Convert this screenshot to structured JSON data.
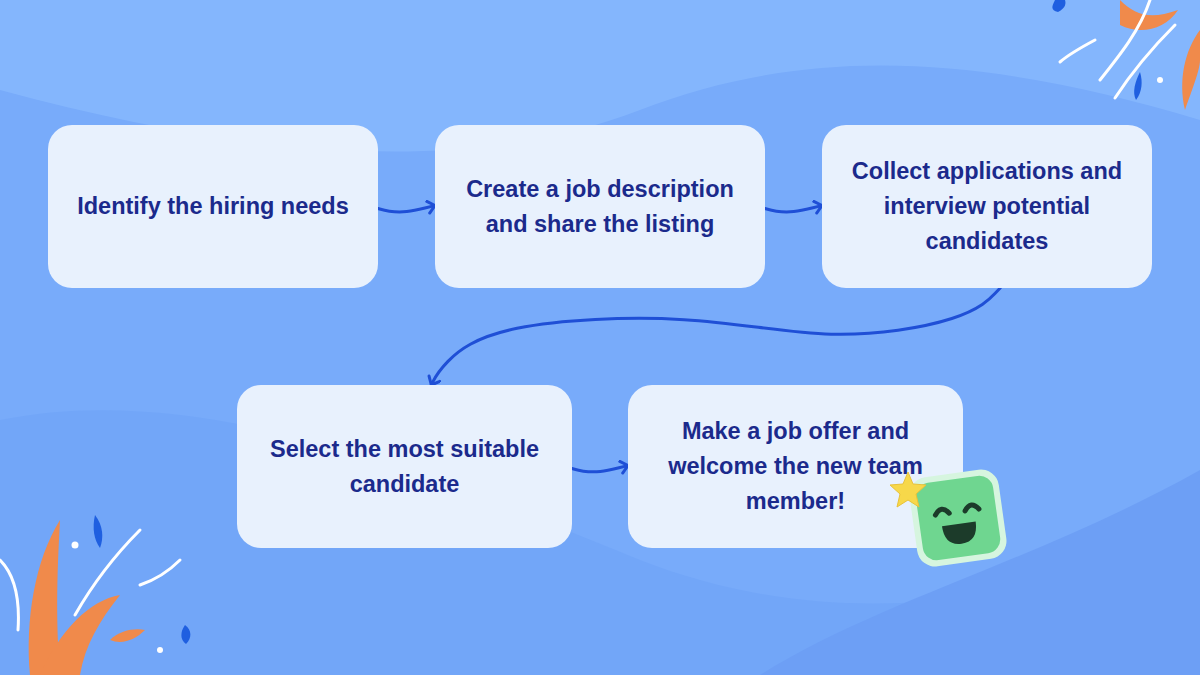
{
  "diagram": {
    "nodes": [
      {
        "text": [
          "Identify the hiring needs"
        ]
      },
      {
        "text": [
          "Create a job description and share the listing"
        ]
      },
      {
        "text": [
          "Collect applications and interview potential candidates"
        ]
      },
      {
        "text": [
          "Select the most suitable candidate"
        ]
      },
      {
        "text": [
          "Make a job offer and welcome the new team member!"
        ]
      }
    ],
    "edges": [
      {
        "from": 0,
        "to": 1,
        "arrow": "to"
      },
      {
        "from": 1,
        "to": 2,
        "arrow": "to"
      },
      {
        "from": 2,
        "to": 3,
        "arrow": "to"
      },
      {
        "from": 3,
        "to": 4,
        "arrow": "to"
      }
    ]
  }
}
